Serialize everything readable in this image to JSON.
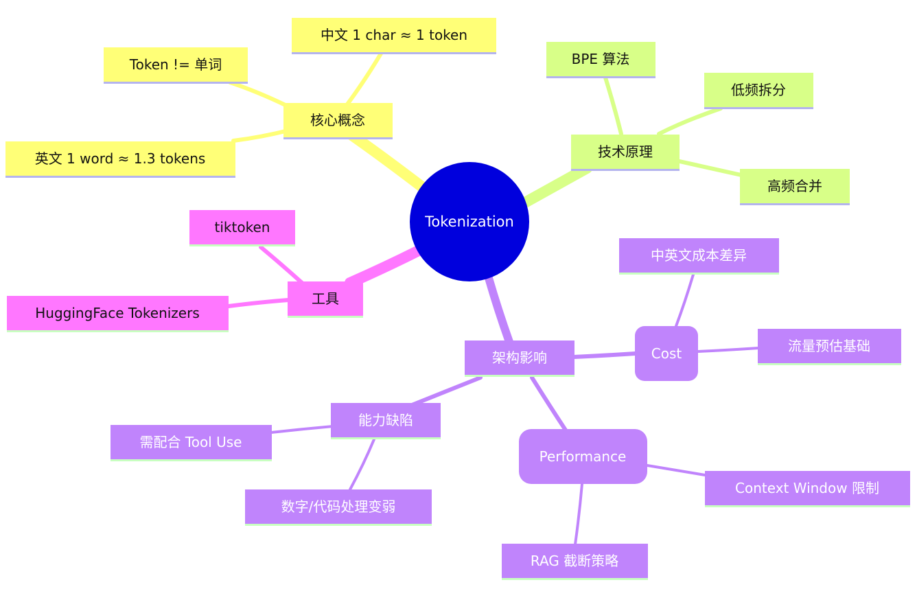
{
  "root": {
    "label": "Tokenization",
    "color": "#0000dd"
  },
  "colors": {
    "yellow": "#ffff77",
    "yellow_line": "#ffff77",
    "green": "#d8ff88",
    "green_line": "#d8ff88",
    "pink": "#ff77ff",
    "pink_line": "#ff77ff",
    "purple": "#c084fc",
    "purple_line": "#c084fc",
    "underline": "#b4b4ee"
  },
  "branches": {
    "core": {
      "label": "核心概念",
      "children": [
        "中文 1 char ≈ 1 token",
        "Token != 单词",
        "英文 1 word ≈ 1.3 tokens"
      ]
    },
    "tech": {
      "label": "技术原理",
      "children": [
        "BPE 算法",
        "低频拆分",
        "高频合并"
      ]
    },
    "tools": {
      "label": "工具",
      "children": [
        "tiktoken",
        "HuggingFace Tokenizers"
      ]
    },
    "arch": {
      "label": "架构影响",
      "cost": {
        "label": "Cost",
        "children": [
          "中英文成本差异",
          "流量预估基础"
        ]
      },
      "perf": {
        "label": "Performance",
        "children": [
          "Context Window 限制",
          "RAG 截断策略"
        ]
      },
      "capability": {
        "label": "能力缺陷",
        "children": [
          "需配合 Tool Use",
          "数字/代码处理变弱"
        ]
      }
    }
  }
}
